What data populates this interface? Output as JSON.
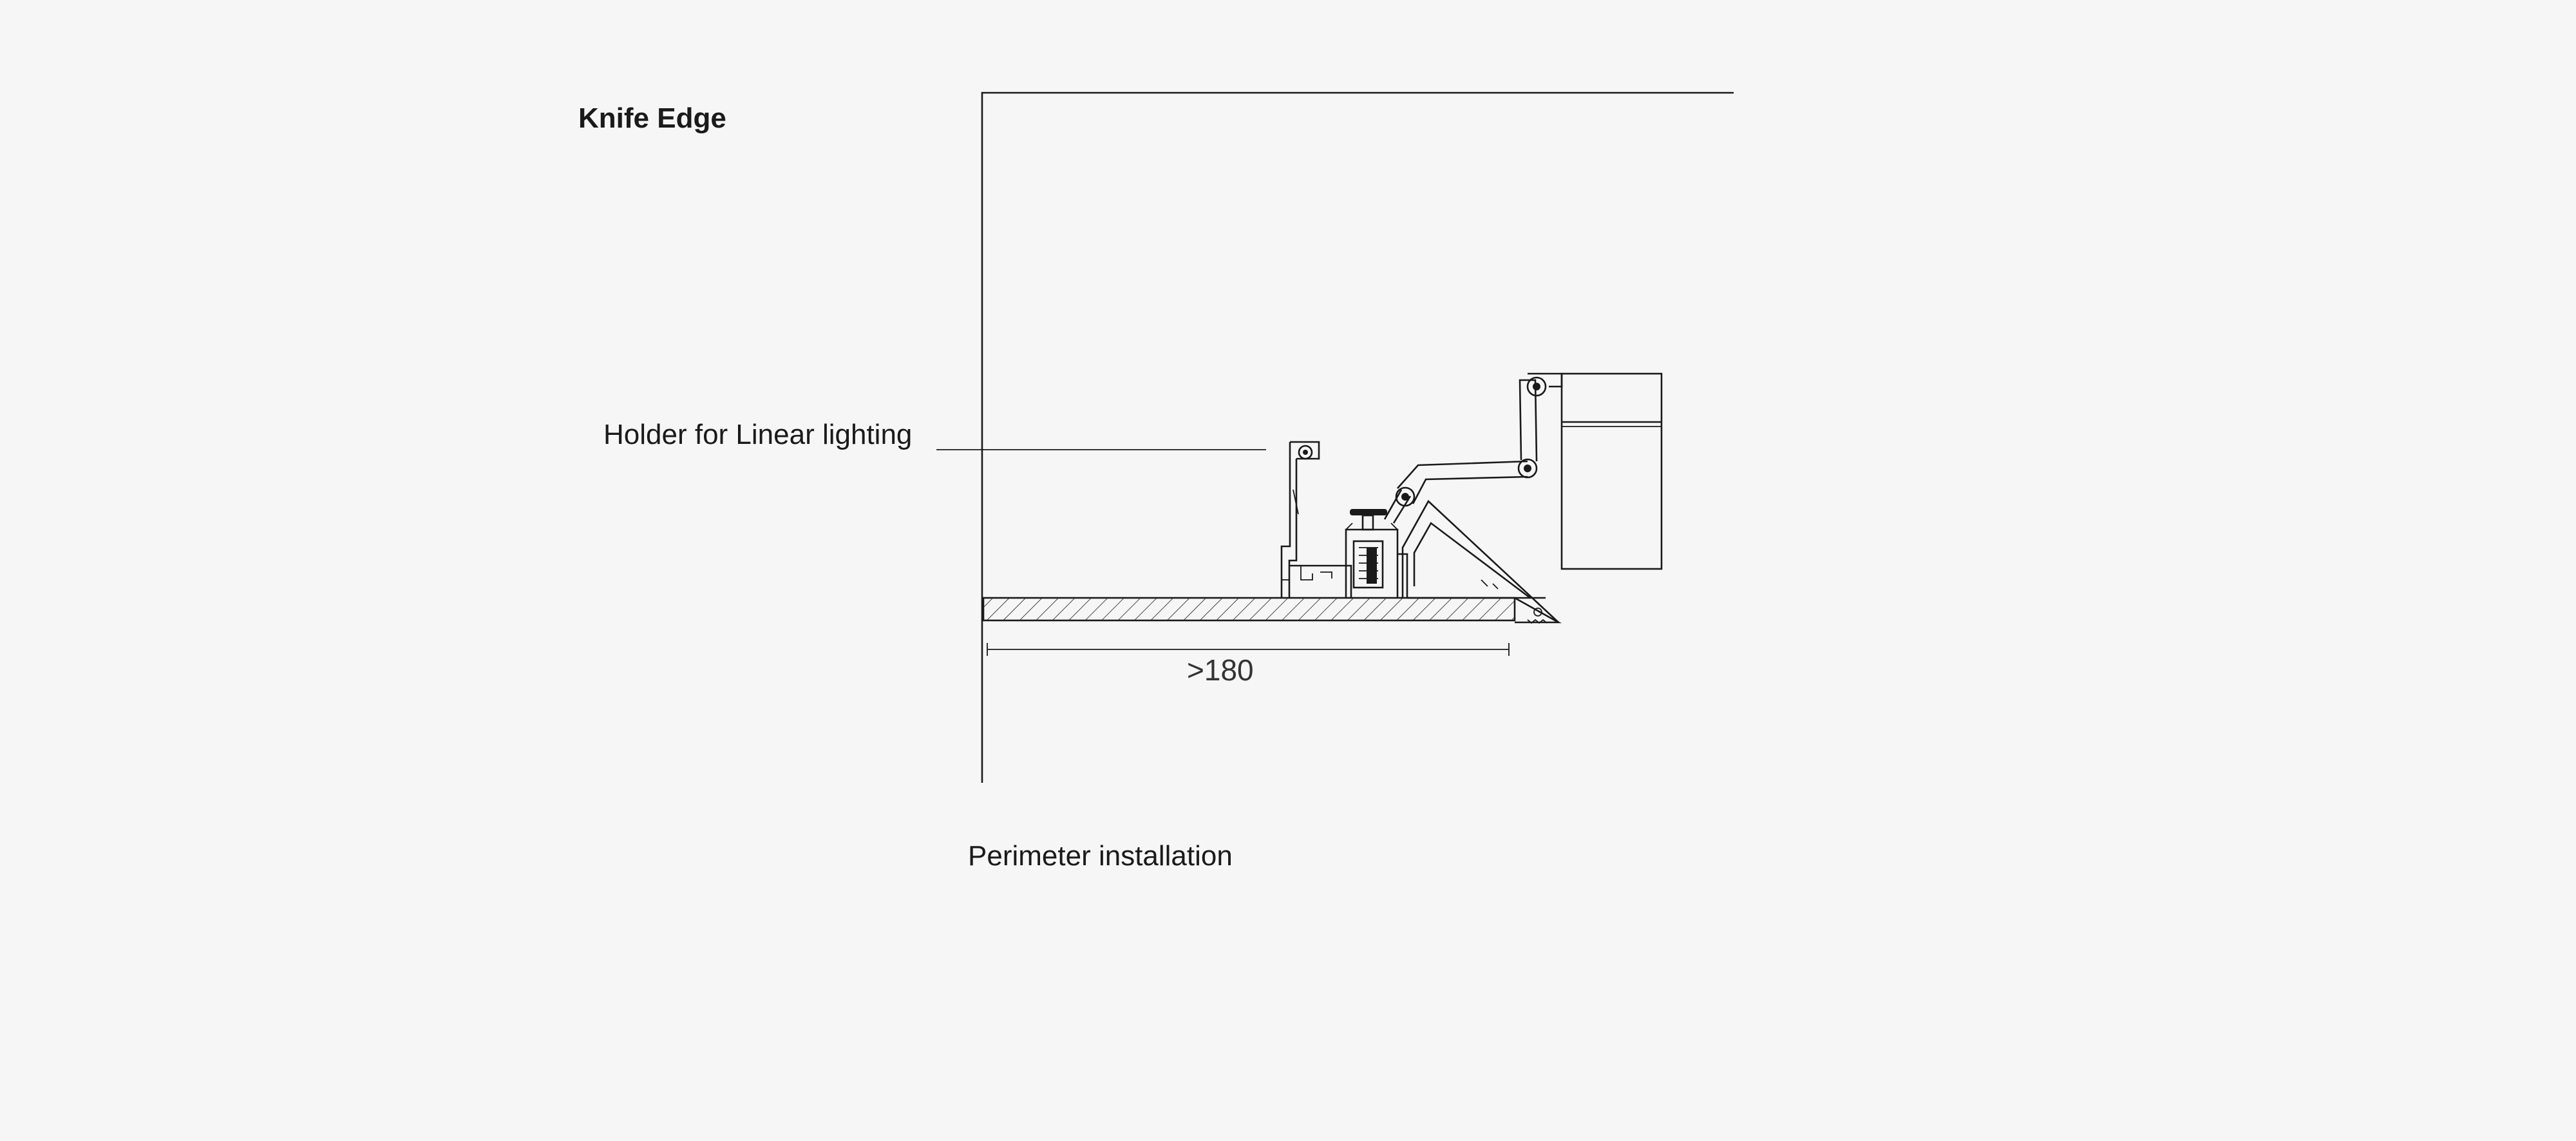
{
  "diagram": {
    "title": "Knife Edge",
    "callout_label": "Holder for Linear lighting",
    "dimension_label": ">180",
    "caption": "Perimeter installation"
  },
  "colors": {
    "background": "#f6f6f6",
    "line": "#1a1a1a"
  }
}
